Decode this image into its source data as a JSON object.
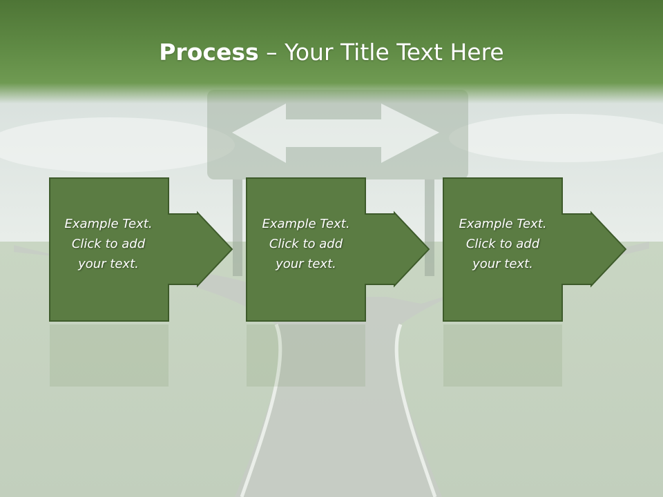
{
  "slide": {
    "title_bold": "Process",
    "title_rest": " – Your Title Text Here"
  },
  "steps": [
    {
      "lines": [
        "Example Text.",
        "Click  to add",
        "your text."
      ]
    },
    {
      "lines": [
        "Example Text.",
        "Click  to add",
        "your text."
      ]
    },
    {
      "lines": [
        "Example Text.",
        "Click  to add",
        "your text."
      ]
    }
  ],
  "colors": {
    "box_fill": "#5b7c43",
    "box_border": "#3d5a2a",
    "title_bar": "#5f8a44",
    "title_text": "#ffffff"
  }
}
